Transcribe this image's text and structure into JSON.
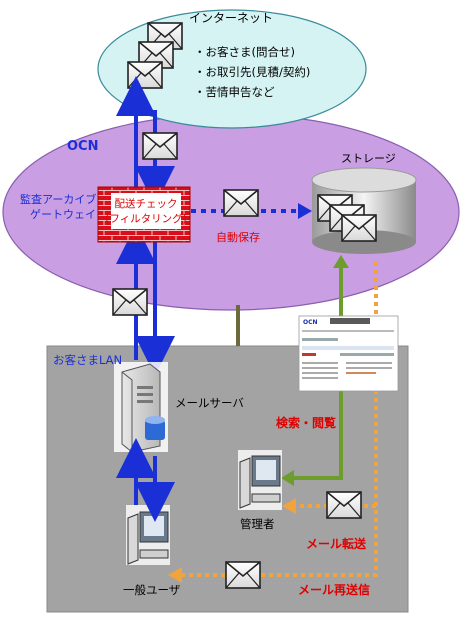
{
  "internet": {
    "title": "インターネット",
    "items": [
      "・お客さま(問合せ)",
      "・お取引先(見積/契約)",
      "・苦情申告など"
    ]
  },
  "ocn": {
    "label": "OCN",
    "storage_label": "ストレージ",
    "gateway_label": [
      "監査アーカイブ",
      "ゲートウェイ"
    ],
    "filter_box": [
      "配送チェック",
      "(フィルタリング)"
    ],
    "auto_save_label": "自動保存"
  },
  "lan": {
    "label": "お客さまLAN",
    "mail_server_label": "メールサーバ",
    "admin_label": "管理者",
    "user_label": "一般ユーザ",
    "search_label": "検索・閲覧",
    "forward_label": "メール転送",
    "resend_label": "メール再送信"
  },
  "screenshot": {
    "logo": "OCN"
  },
  "colors": {
    "internet_fill": "#d6f3f3",
    "ocn_fill": "#c99ee2",
    "lan_fill": "#a3a3a3",
    "blue_arrow": "#1a2fd6",
    "green_arrow": "#6d9d2c",
    "orange_arrow": "#f3a33b",
    "red_text": "#e00000",
    "firewall_red": "#d80e1a"
  }
}
